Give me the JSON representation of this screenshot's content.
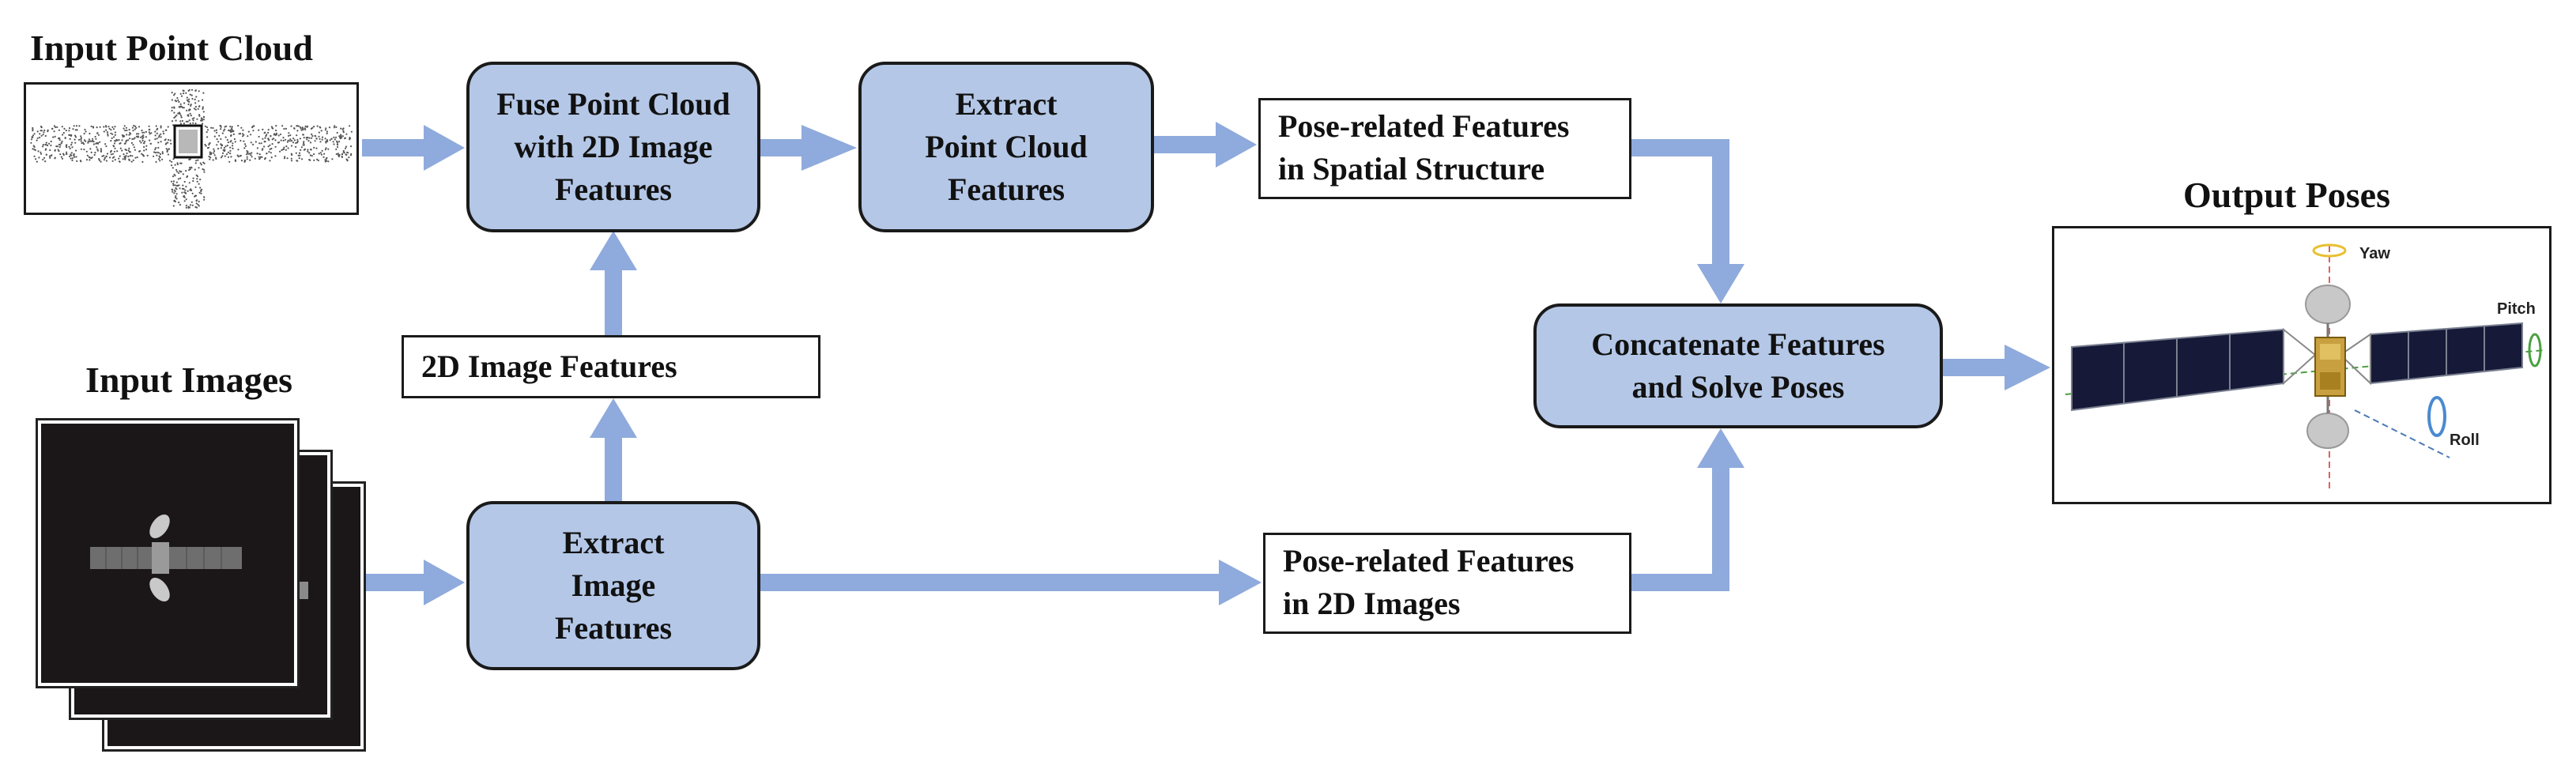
{
  "headings": {
    "input_point_cloud": "Input Point Cloud",
    "input_images": "Input Images",
    "output_poses": "Output Poses"
  },
  "process_boxes": {
    "fuse": [
      "Fuse Point Cloud",
      "with 2D Image",
      "Features"
    ],
    "extract_pc": [
      "Extract",
      "Point Cloud",
      "Features"
    ],
    "extract_img": [
      "Extract",
      "Image",
      "Features"
    ],
    "concat": [
      "Concatenate Features",
      "and Solve Poses"
    ]
  },
  "feature_boxes": {
    "image_features": "2D Image Features",
    "pose_spatial": [
      "Pose-related Features",
      "in Spatial Structure"
    ],
    "pose_2d": [
      "Pose-related Features",
      "in 2D Images"
    ]
  },
  "pose_axes": {
    "yaw": "Yaw",
    "pitch": "Pitch",
    "roll": "Roll"
  },
  "colors": {
    "arrow": "#8faadc",
    "process_fill": "#b4c7e7",
    "outline": "#1a1a1a"
  }
}
